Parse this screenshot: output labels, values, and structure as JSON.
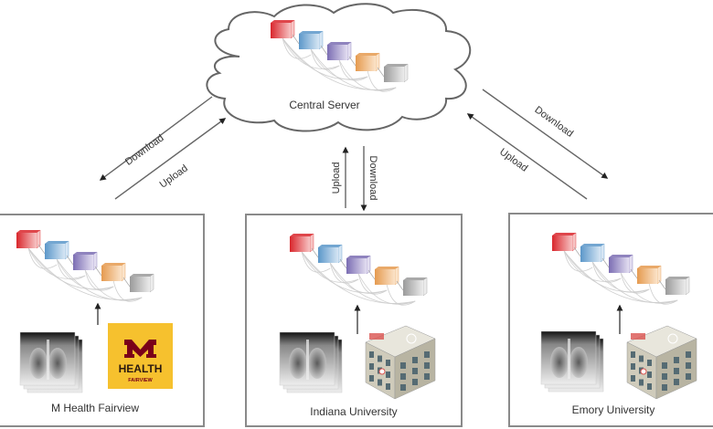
{
  "server": {
    "label": "Central Server",
    "icon": "cloud-icon"
  },
  "network_blocks": [
    {
      "color": "#d9262c",
      "light": "#f7c4c4"
    },
    {
      "color": "#5b97c9",
      "light": "#d6e6f4"
    },
    {
      "color": "#7b6db3",
      "light": "#e3def1"
    },
    {
      "color": "#e59a4f",
      "light": "#fbe3c9"
    },
    {
      "color": "#9a9a9a",
      "light": "#ececec"
    }
  ],
  "links": {
    "left": {
      "download": "Download",
      "upload": "Upload"
    },
    "center": {
      "download": "Download",
      "upload": "Upload"
    },
    "right": {
      "download": "Download",
      "upload": "Upload"
    }
  },
  "sites": [
    {
      "name": "M Health Fairview",
      "logo_type": "m-health-logo",
      "logo_line1": "HEALTH",
      "logo_line2": "FAIRVIEW",
      "logo_bg": "#f6c12e",
      "logo_fg": "#7a0019"
    },
    {
      "name": "Indiana University",
      "logo_type": "hospital-building"
    },
    {
      "name": "Emory University",
      "logo_type": "hospital-building"
    }
  ],
  "colors": {
    "line": "#555555",
    "box_border": "#8a8a8a",
    "text": "#333333"
  }
}
